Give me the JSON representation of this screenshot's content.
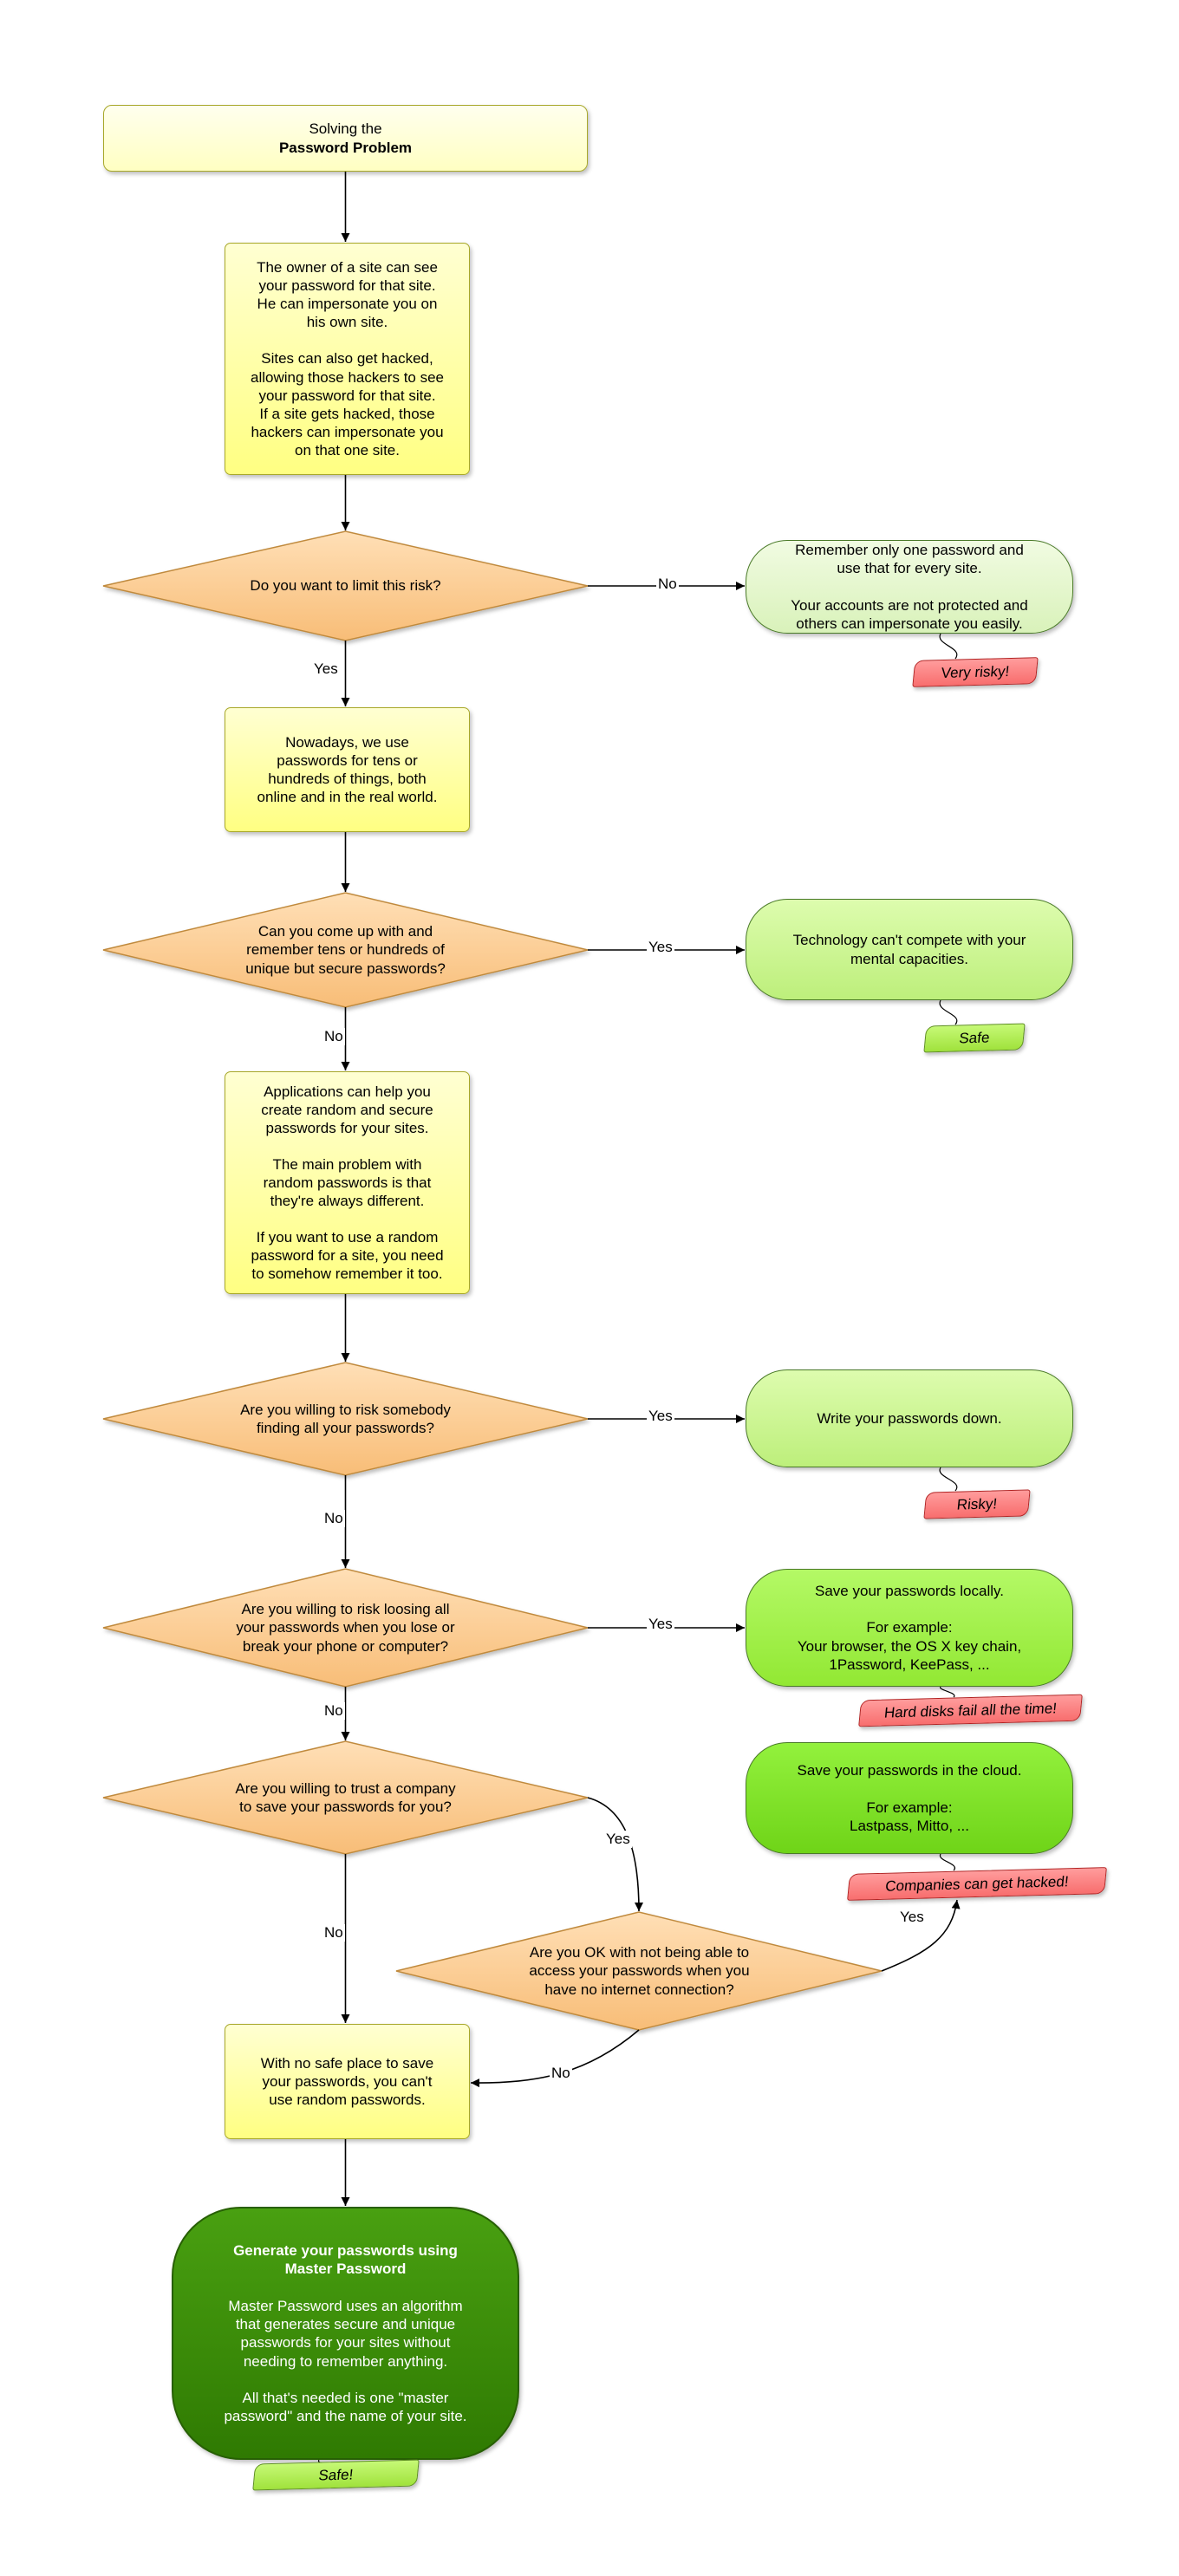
{
  "colors": {
    "box_yellow": "#ffff99",
    "diamond_orange": "#ffcc99",
    "result_pale_green": "#e4f5cf",
    "result_green": "#ccf78f",
    "result_bright_green": "#a3f150",
    "result_vivid_green": "#7fe22c",
    "final_dark_green": "#3b8c08",
    "ribbon_red": "#ff8080",
    "ribbon_green": "#aeea4d"
  },
  "nodes": {
    "start": {
      "line1": "Solving the",
      "line2": "Password Problem"
    },
    "box_site_owner": "The owner of a site can see\nyour password for that site.\nHe can impersonate you on\nhis own site.\n\nSites can also get hacked,\nallowing those hackers to see\nyour password for that site.\nIf a site gets hacked, those\nhackers can impersonate you\non that one site.",
    "d_limit_risk": "Do you want to limit this risk?",
    "result_one_password": "Remember only one password and\nuse that for every site.\n\nYour accounts are not protected and\nothers can impersonate you easily.",
    "ribbon_very_risky": "Very risky!",
    "box_nowadays": "Nowadays, we use\npasswords for tens or\nhundreds of things, both\nonline and in the real world.",
    "d_remember_hundreds": "Can you come up with and\nremember tens or hundreds of\nunique but secure passwords?",
    "result_technology": "Technology can't compete with your\nmental capacities.",
    "ribbon_safe": "Safe",
    "box_applications": "Applications can help you\ncreate random and secure\npasswords for your sites.\n\nThe main problem with\nrandom passwords is that\nthey're always different.\n\nIf you want to use a random\npassword for a site, you need\nto somehow remember it too.",
    "d_risk_finding": "Are you willing to risk somebody\nfinding all your passwords?",
    "result_write_down": "Write your passwords down.",
    "ribbon_risky": "Risky!",
    "d_risk_loosing": "Are you willing to risk loosing all\nyour passwords when you lose or\nbreak your phone or computer?",
    "result_save_locally": "Save your passwords locally.\n\nFor example:\nYour browser, the OS X key chain,\n1Password, KeePass, ...",
    "ribbon_hard_disks": "Hard disks fail all the time!",
    "d_trust_company": "Are you willing to trust a company\nto save your passwords for you?",
    "result_save_cloud": "Save your passwords in the cloud.\n\nFor example:\nLastpass, Mitto, ...",
    "ribbon_companies": "Companies can get hacked!",
    "d_no_internet": "Are you OK with not being able to\naccess your passwords when you\nhave no internet connection?",
    "box_no_safe_place": "With no safe place to save\nyour passwords, you can't\nuse random passwords.",
    "final": {
      "title": "Generate your passwords using\nMaster Password",
      "body": "Master Password uses an algorithm\nthat generates secure and unique\npasswords for your sites without\nneeding to remember anything.\n\nAll that's needed is one \"master\npassword\" and the name of your site."
    },
    "ribbon_safe_final": "Safe!"
  },
  "edge_labels": {
    "limit_risk_no": "No",
    "limit_risk_yes": "Yes",
    "remember_yes": "Yes",
    "remember_no": "No",
    "finding_yes": "Yes",
    "finding_no": "No",
    "loosing_yes": "Yes",
    "loosing_no": "No",
    "trust_yes": "Yes",
    "trust_no": "No",
    "internet_yes": "Yes",
    "internet_no": "No"
  }
}
